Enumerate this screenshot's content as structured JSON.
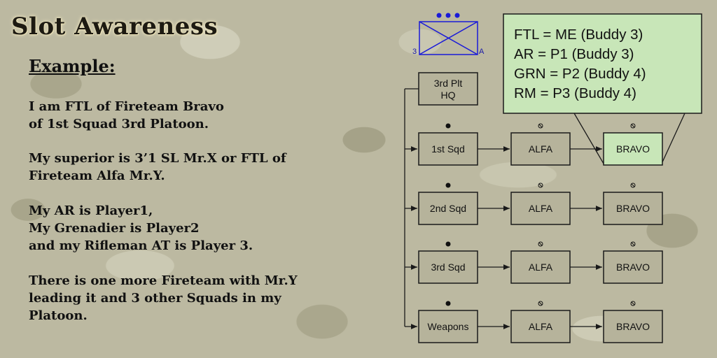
{
  "title": "Slot Awareness",
  "example_heading": "Example:",
  "paragraphs": [
    [
      "I am FTL of Fireteam Bravo",
      "of 1st Squad 3rd Platoon."
    ],
    [
      "My superior is 3’1 SL Mr.X or FTL of",
      "Fireteam Alfa Mr.Y."
    ],
    [
      "My AR is Player1,",
      "My Grenadier is Player2",
      "and my Rifleman AT is Player 3."
    ],
    [
      "There is one more Fireteam with Mr.Y",
      "leading it and 3 other Squads in my",
      "Platoon."
    ]
  ],
  "symbol": {
    "left_label": "3",
    "right_label": "A",
    "color": "#1a1ad8"
  },
  "hq": {
    "line1": "3rd Plt",
    "line2": "HQ"
  },
  "squads": [
    {
      "name": "1st Sqd",
      "teams": [
        "ALFA",
        "BRAVO"
      ]
    },
    {
      "name": "2nd Sqd",
      "teams": [
        "ALFA",
        "BRAVO"
      ]
    },
    {
      "name": "3rd Sqd",
      "teams": [
        "ALFA",
        "BRAVO"
      ]
    },
    {
      "name": "Weapons",
      "teams": [
        "ALFA",
        "BRAVO"
      ]
    }
  ],
  "callout": {
    "lines": [
      "FTL = ME (Buddy 3)",
      "AR = P1 (Buddy 3)",
      "GRN = P2 (Buddy 4)",
      "RM = P3 (Buddy 4)"
    ],
    "fill": "#c8e6b8"
  },
  "colors": {
    "highlight": "#c8e6b8",
    "box_fill": "#b6b39b",
    "stroke": "#1a1a1a"
  }
}
